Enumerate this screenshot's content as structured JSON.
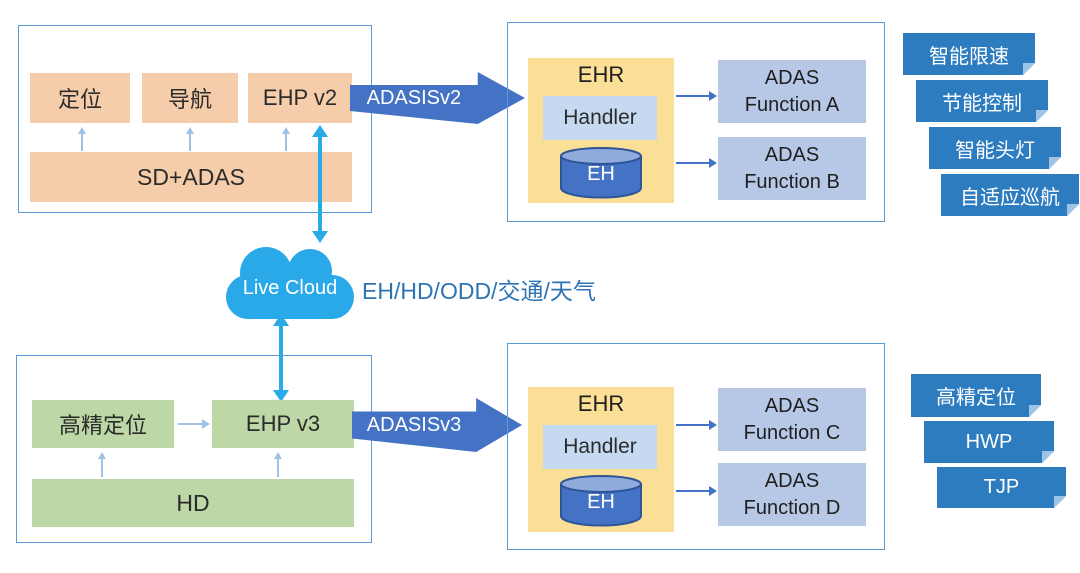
{
  "colors": {
    "peach": "#F6CDAA",
    "green": "#BDD7A6",
    "yellow_panel": "#FBDF96",
    "handler_blue": "#C5DAF1",
    "cylinder_blue": "#4472C4",
    "cylinder_top": "#8FAADC",
    "function_blue": "#B7C8E6",
    "big_arrow_blue": "#4472C4",
    "tag_blue": "#2E7CC0",
    "cloud_cyan": "#29A9E8",
    "double_arrow_cyan": "#29ABE8",
    "group_border_blue": "#5B9BD5",
    "small_arrow_blue": "#9DC3E6",
    "annotation_blue": "#2E74B5"
  },
  "top_flow": {
    "modules": [
      "定位",
      "导航",
      "EHP v2"
    ],
    "base": "SD+ADAS",
    "arrow_label": "ADASISv2",
    "ehr_title": "EHR",
    "handler_label": "Handler",
    "eh_label": "EH",
    "functions": [
      {
        "line1": "ADAS",
        "line2": "Function A"
      },
      {
        "line1": "ADAS",
        "line2": "Function B"
      }
    ],
    "tags": [
      "智能限速",
      "节能控制",
      "智能头灯",
      "自适应巡航"
    ]
  },
  "cloud": {
    "label": "Live Cloud",
    "annotation": "EH/HD/ODD/交通/天气"
  },
  "bottom_flow": {
    "modules": [
      "高精定位",
      "EHP v3"
    ],
    "base": "HD",
    "arrow_label": "ADASISv3",
    "ehr_title": "EHR",
    "handler_label": "Handler",
    "eh_label": "EH",
    "functions": [
      {
        "line1": "ADAS",
        "line2": "Function C"
      },
      {
        "line1": "ADAS",
        "line2": "Function D"
      }
    ],
    "tags": [
      "高精定位",
      "HWP",
      "TJP"
    ]
  }
}
